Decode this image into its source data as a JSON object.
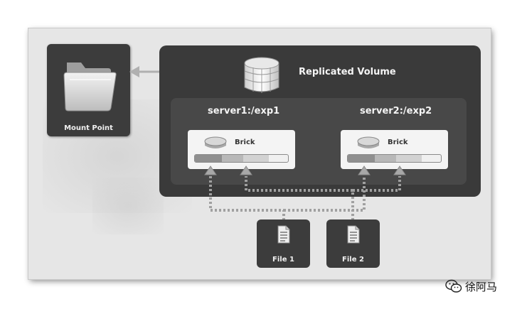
{
  "mount_point": {
    "label": "Mount Point",
    "icon": "folder-icon"
  },
  "volume": {
    "title": "Replicated Volume",
    "icon": "database-icon"
  },
  "servers": [
    {
      "path": "server1:/exp1",
      "brick_label": "Brick"
    },
    {
      "path": "server2:/exp2",
      "brick_label": "Brick"
    }
  ],
  "files": [
    {
      "label": "File 1",
      "icon": "document-icon"
    },
    {
      "label": "File 2",
      "icon": "document-icon"
    }
  ],
  "watermark": {
    "text": "徐阿马",
    "icon": "wechat-icon"
  },
  "colors": {
    "panel_dark": "#3a3a3a",
    "panel_inner": "#484848",
    "card": "#f4f4f4",
    "connector": "#9a9a9a",
    "background": "#e6e6e6"
  }
}
